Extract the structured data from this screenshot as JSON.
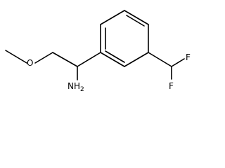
{
  "molecule": {
    "atoms": {
      "oxygen": "O",
      "amine": "NH2",
      "fluorine_upper": "F",
      "fluorine_lower": "F"
    }
  },
  "colors": {
    "bond": "#000000",
    "label": "#000000",
    "background": "#ffffff"
  }
}
